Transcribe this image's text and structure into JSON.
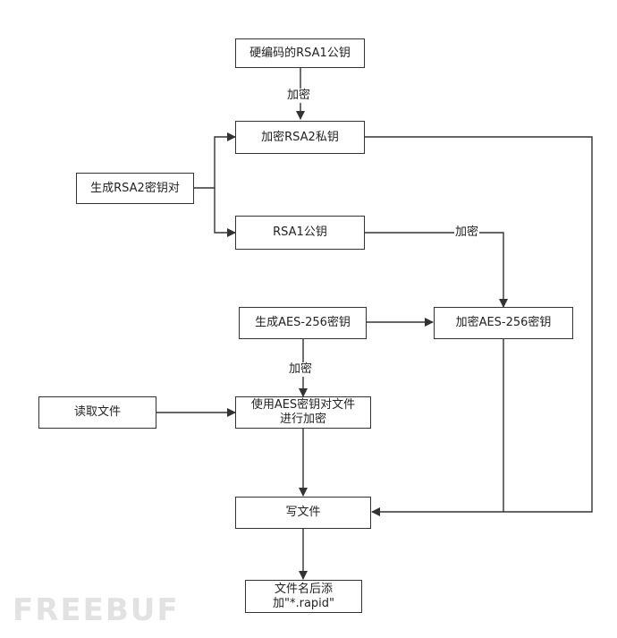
{
  "nodes": {
    "hardcoded_rsa1_pub": "硬编码的RSA1公钥",
    "encrypt_rsa2_priv": "加密RSA2私钥",
    "gen_rsa2_pair": "生成RSA2密钥对",
    "rsa1_pub": "RSA1公钥",
    "gen_aes256": "生成AES-256密钥",
    "encrypt_aes256": "加密AES-256密钥",
    "read_file": "读取文件",
    "encrypt_file": "使用AES密钥对文件\n进行加密",
    "write_file": "写文件",
    "append_ext": "文件名后添\n加\"*.rapid\""
  },
  "edge_labels": {
    "encrypt_1": "加密",
    "encrypt_2": "加密",
    "encrypt_3": "加密"
  },
  "watermark": "FREEBUF"
}
